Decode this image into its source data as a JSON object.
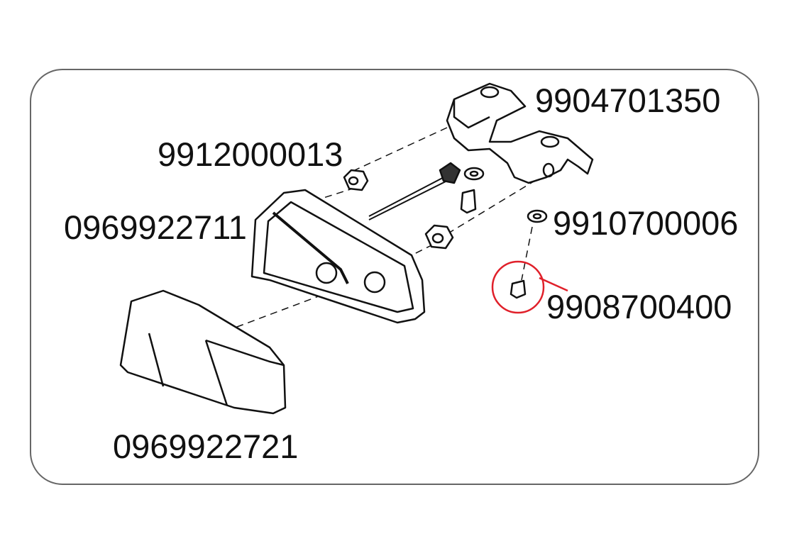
{
  "parts": [
    {
      "id": "bracket",
      "number": "9904701350"
    },
    {
      "id": "nut",
      "number": "9912000013"
    },
    {
      "id": "lamp-housing",
      "number": "0969922711"
    },
    {
      "id": "washer",
      "number": "9910700006"
    },
    {
      "id": "screw",
      "number": "9908700400",
      "highlighted": true
    },
    {
      "id": "lens-cover",
      "number": "0969922721"
    }
  ],
  "colors": {
    "highlight": "#e0202a",
    "frame": "#666666",
    "line": "#111111"
  }
}
